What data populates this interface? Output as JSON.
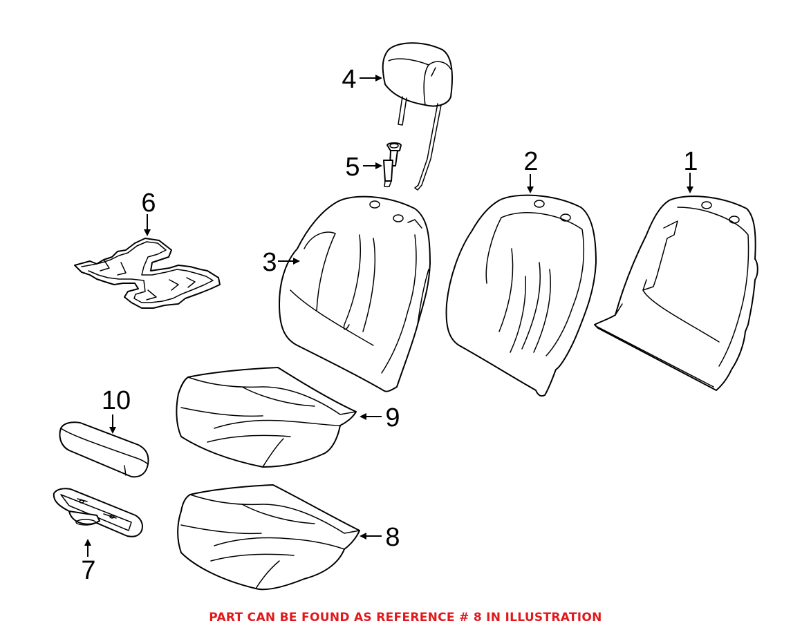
{
  "callouts": {
    "c1": "1",
    "c2": "2",
    "c3": "3",
    "c4": "4",
    "c5": "5",
    "c6": "6",
    "c7": "7",
    "c8": "8",
    "c9": "9",
    "c10": "10"
  },
  "footer": {
    "note": "PART CAN BE FOUND AS REFERENCE # 8 IN ILLUSTRATION",
    "color": "#e0191c"
  }
}
